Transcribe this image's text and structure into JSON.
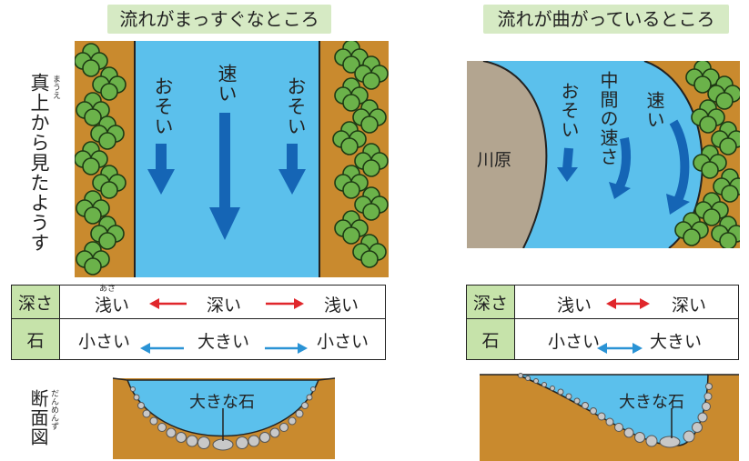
{
  "left_panel": {
    "title": "流れがまっすぐなところ",
    "labels": {
      "slow_left": "おそい",
      "fast": "速い",
      "slow_right": "おそい"
    },
    "table": {
      "depth_header": "深さ",
      "depth_values": [
        "浅い",
        "深い",
        "浅い"
      ],
      "depth_ruby": "あさ",
      "stone_header": "石",
      "stone_values": [
        "小さい",
        "大きい",
        "小さい"
      ]
    },
    "cross_section_label": "大きな石"
  },
  "right_panel": {
    "title": "流れが曲がっているところ",
    "labels": {
      "riverbed": "川原",
      "slow": "おそい",
      "medium": "中間の速さ",
      "fast": "速い"
    },
    "table": {
      "depth_header": "深さ",
      "depth_values": [
        "浅い",
        "深い"
      ],
      "stone_header": "石",
      "stone_values": [
        "小さい",
        "大きい"
      ]
    },
    "cross_section_label": "大きな石"
  },
  "side_labels": {
    "top_view": "真上から見たようす",
    "top_view_ruby": "まうえ",
    "cross_section": "断面図",
    "cross_section_ruby": "だんめんず"
  },
  "colors": {
    "water": "#5bc0ec",
    "arrow": "#1565b5",
    "bank": "#c98a2e",
    "tree": "#6bb24a",
    "riverbed": "#b3a590",
    "header_fill": "#c6e3aa",
    "title_fill": "#d6eac4",
    "depth_arrow": "#e0262b",
    "stone_arrow": "#2a93d5"
  }
}
